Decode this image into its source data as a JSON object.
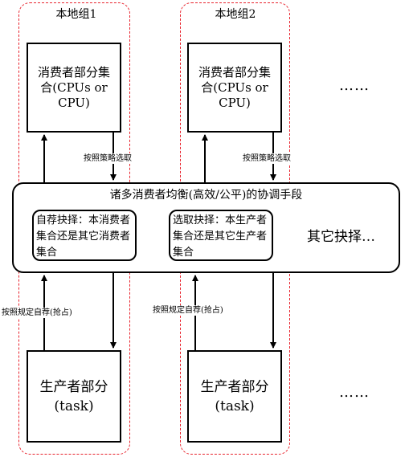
{
  "groups": [
    {
      "title": "本地组1"
    },
    {
      "title": "本地组2"
    }
  ],
  "consumer_box": {
    "line1": "消费者部分集",
    "line2": "合(CPUs or",
    "line3": "CPU)"
  },
  "producer_box": {
    "line1": "生产者部分",
    "line2": "(task)"
  },
  "labels": {
    "select_by_strategy": "按照策略选取",
    "recommend_by_rule": "按照规定自荐(抢占)"
  },
  "coordination": {
    "title": "诸多消费者均衡(高效/公平)的协调手段",
    "self_select": "自荐抉择：本消费者集合还是其它消费者集合",
    "choose_select": "选取抉择：本生产者集合还是其它生产者集合",
    "other": "其它抉择…"
  },
  "ellipsis": "……"
}
